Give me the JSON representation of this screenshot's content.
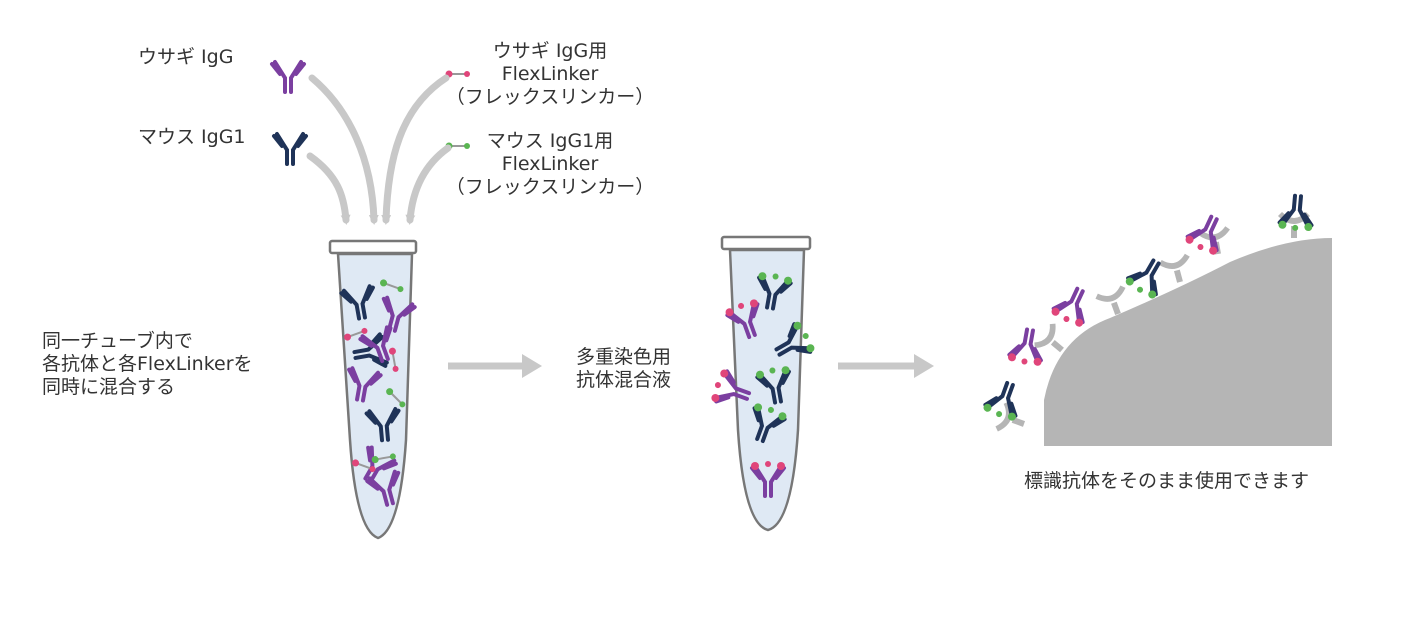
{
  "inputs": {
    "rabbit_igg": "ウサギ IgG",
    "mouse_igg1": "マウス IgG1",
    "rabbit_linker": [
      "ウサギ IgG用",
      "FlexLinker",
      "（フレックスリンカー）"
    ],
    "mouse_linker": [
      "マウス IgG1用",
      "FlexLinker",
      "（フレックスリンカー）"
    ]
  },
  "steps": {
    "mix": [
      "同一チューブ内で",
      "各抗体と各FlexLinkerを",
      "同時に混合する"
    ],
    "cocktail": [
      "多重染色用",
      "抗体混合液"
    ],
    "result": "標識抗体をそのまま使用できます"
  },
  "colors": {
    "rabbit_antibody": "#7b3fa0",
    "mouse_antibody": "#1f3358",
    "rabbit_linker": "#e0457a",
    "mouse_linker": "#5ab552",
    "arrow": "#c8c8c8",
    "cell": "#b5b5b5",
    "tube_liquid": "#dfe9f4"
  }
}
